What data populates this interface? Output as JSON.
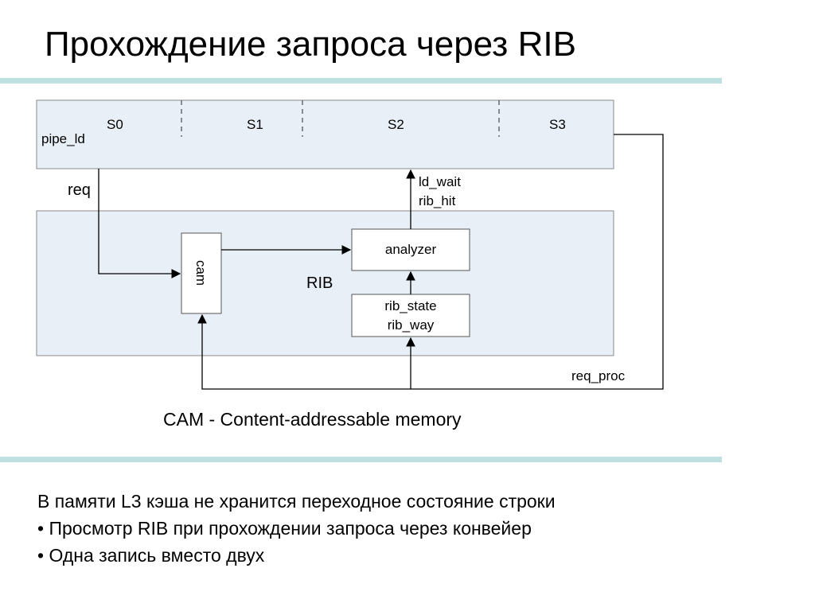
{
  "slide": {
    "title": "Прохождение запроса через RIB",
    "caption": "CAM - Content-addressable memory",
    "notes": [
      "В памяти L3 кэша не хранится переходное состояние строки",
      "• Просмотр RIB при прохождении запроса через конвейер",
      "• Одна запись вместо двух"
    ]
  },
  "diagram": {
    "pipeline_label": "pipe_ld",
    "stages": [
      "S0",
      "S1",
      "S2",
      "S3"
    ],
    "req_label": "req",
    "ld_wait_label": "ld_wait",
    "rib_hit_label": "rib_hit",
    "analyzer_label": "analyzer",
    "cam_label": "cam",
    "rib_label": "RIB",
    "rib_state_label": "rib_state",
    "rib_way_label": "rib_way",
    "req_proc_label": "req_proc"
  },
  "colors": {
    "block_fill": "#e8eff7",
    "block_stroke": "#8a8a8a",
    "rule": "#bfe0e0",
    "line": "#000000"
  }
}
